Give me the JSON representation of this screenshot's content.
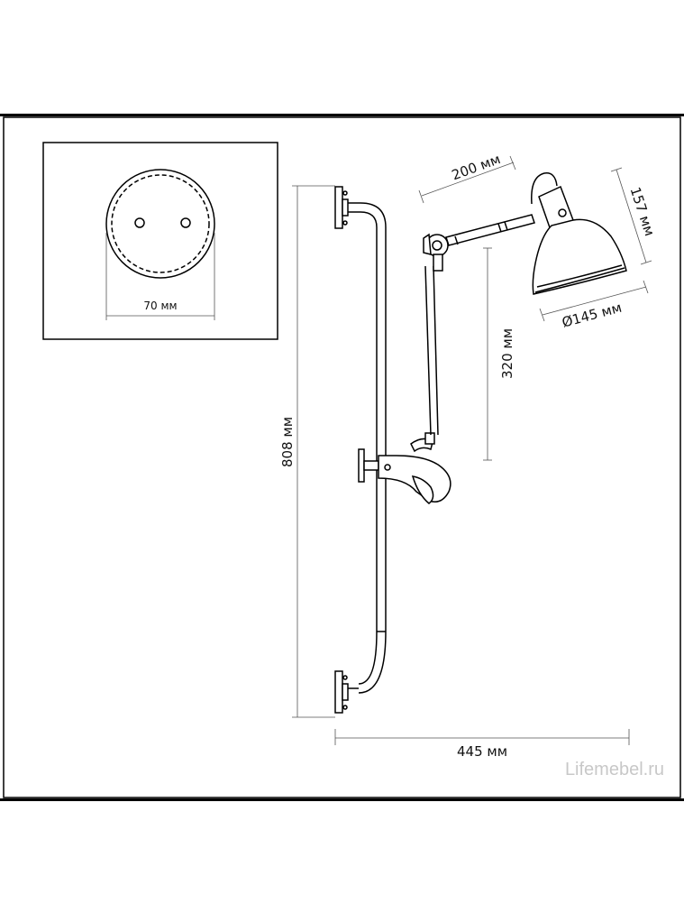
{
  "dimensions": {
    "mount_diameter": "70 мм",
    "arm_length": "200 мм",
    "shade_height": "157 мм",
    "shade_diameter": "Ø145 мм",
    "vertical_reach": "320 мм",
    "total_height": "808 мм",
    "total_width": "445 мм"
  },
  "watermark": "Lifemebel.ru"
}
